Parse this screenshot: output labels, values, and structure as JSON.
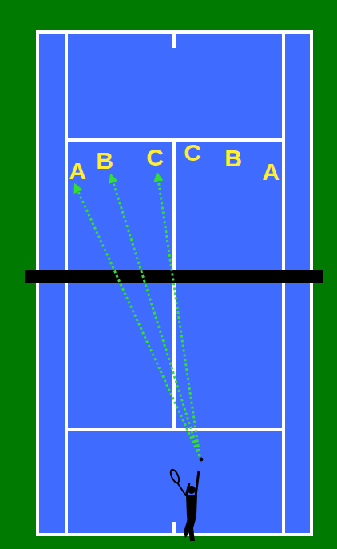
{
  "diagram": {
    "labels": [
      "A",
      "B",
      "C",
      "C",
      "B",
      "A"
    ]
  }
}
